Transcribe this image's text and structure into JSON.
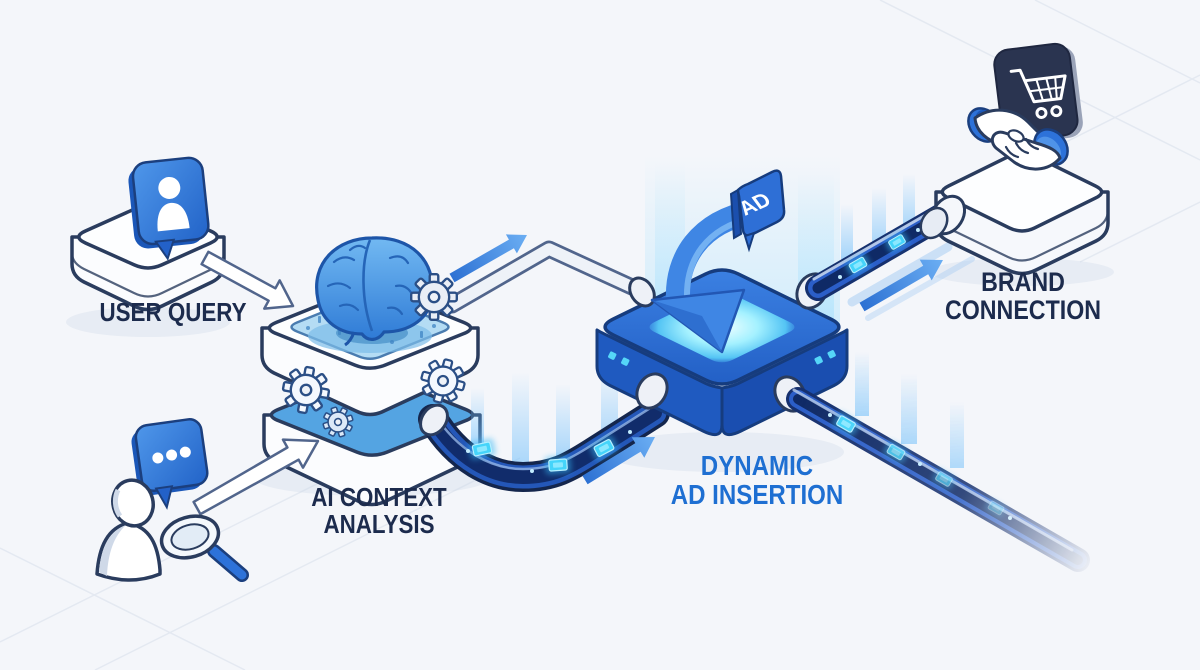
{
  "labels": {
    "user_query": "USER QUERY",
    "ai_context_line1": "AI CONTEXT",
    "ai_context_line2": "ANALYSIS",
    "dynamic_line1": "DYNAMIC",
    "dynamic_line2": "AD INSERTION",
    "brand_line1": "BRAND",
    "brand_line2": "CONNECTION",
    "ad_tag": "AD"
  },
  "colors": {
    "background": "#f4f6fa",
    "label_dark": "#1c2b4d",
    "label_blue": "#1e6fd2",
    "icon_blue": "#2d72d9",
    "cube_blue": "#2e6fd6",
    "glow_cyan": "#7fe9ff",
    "pipe_dark": "#16306e",
    "chip_cyan": "#45d4fa",
    "outline_navy": "#2a3c5e"
  },
  "icons": {
    "user_chat_bubble": "person-in-chat-bubble",
    "brain": "ai-brain",
    "gears": "gear-cogs",
    "speech_bubble": "three-dot-chat-bubble",
    "person": "user-silhouette",
    "magnifier": "search-magnifying-glass",
    "ad_tag": "ad-label-tile",
    "insert_arrow": "curved-down-arrow",
    "handshake": "partnership-handshake",
    "shopping_cart": "commerce-cart-tile"
  }
}
